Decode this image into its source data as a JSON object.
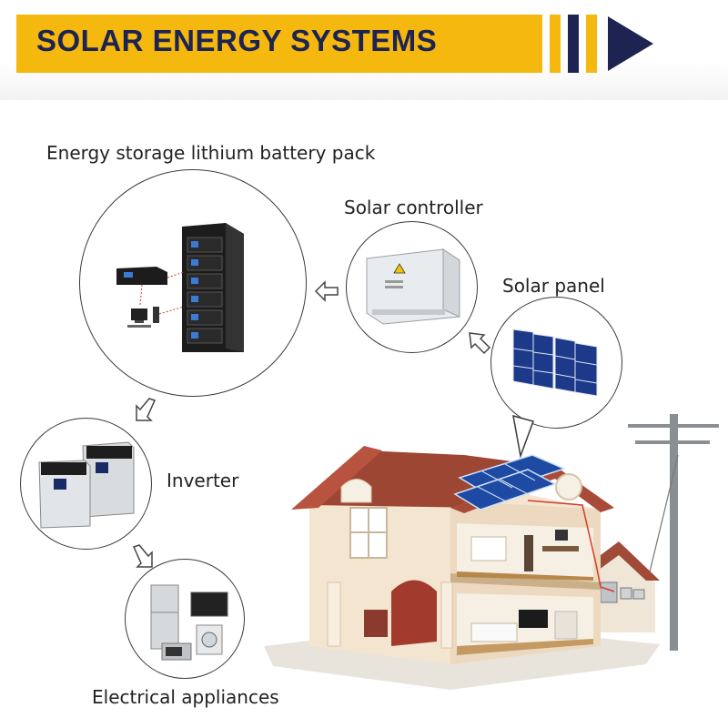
{
  "header": {
    "title": "SOLAR ENERGY SYSTEMS",
    "colors": {
      "bar": "#f5b80e",
      "title_text": "#1d2452",
      "arrow": "#1d2452"
    }
  },
  "diagram": {
    "components": {
      "battery_pack": "Energy storage lithium battery pack",
      "solar_controller": "Solar controller",
      "solar_panel": "Solar panel",
      "inverter": "Inverter",
      "appliances": "Electrical appliances"
    },
    "flow": [
      "solar_panel",
      "solar_controller",
      "battery_pack",
      "inverter",
      "appliances"
    ],
    "icons": {
      "flow_arrow": "hollow-arrow-icon",
      "house": "house-illustration",
      "pole": "utility-pole-illustration"
    }
  }
}
